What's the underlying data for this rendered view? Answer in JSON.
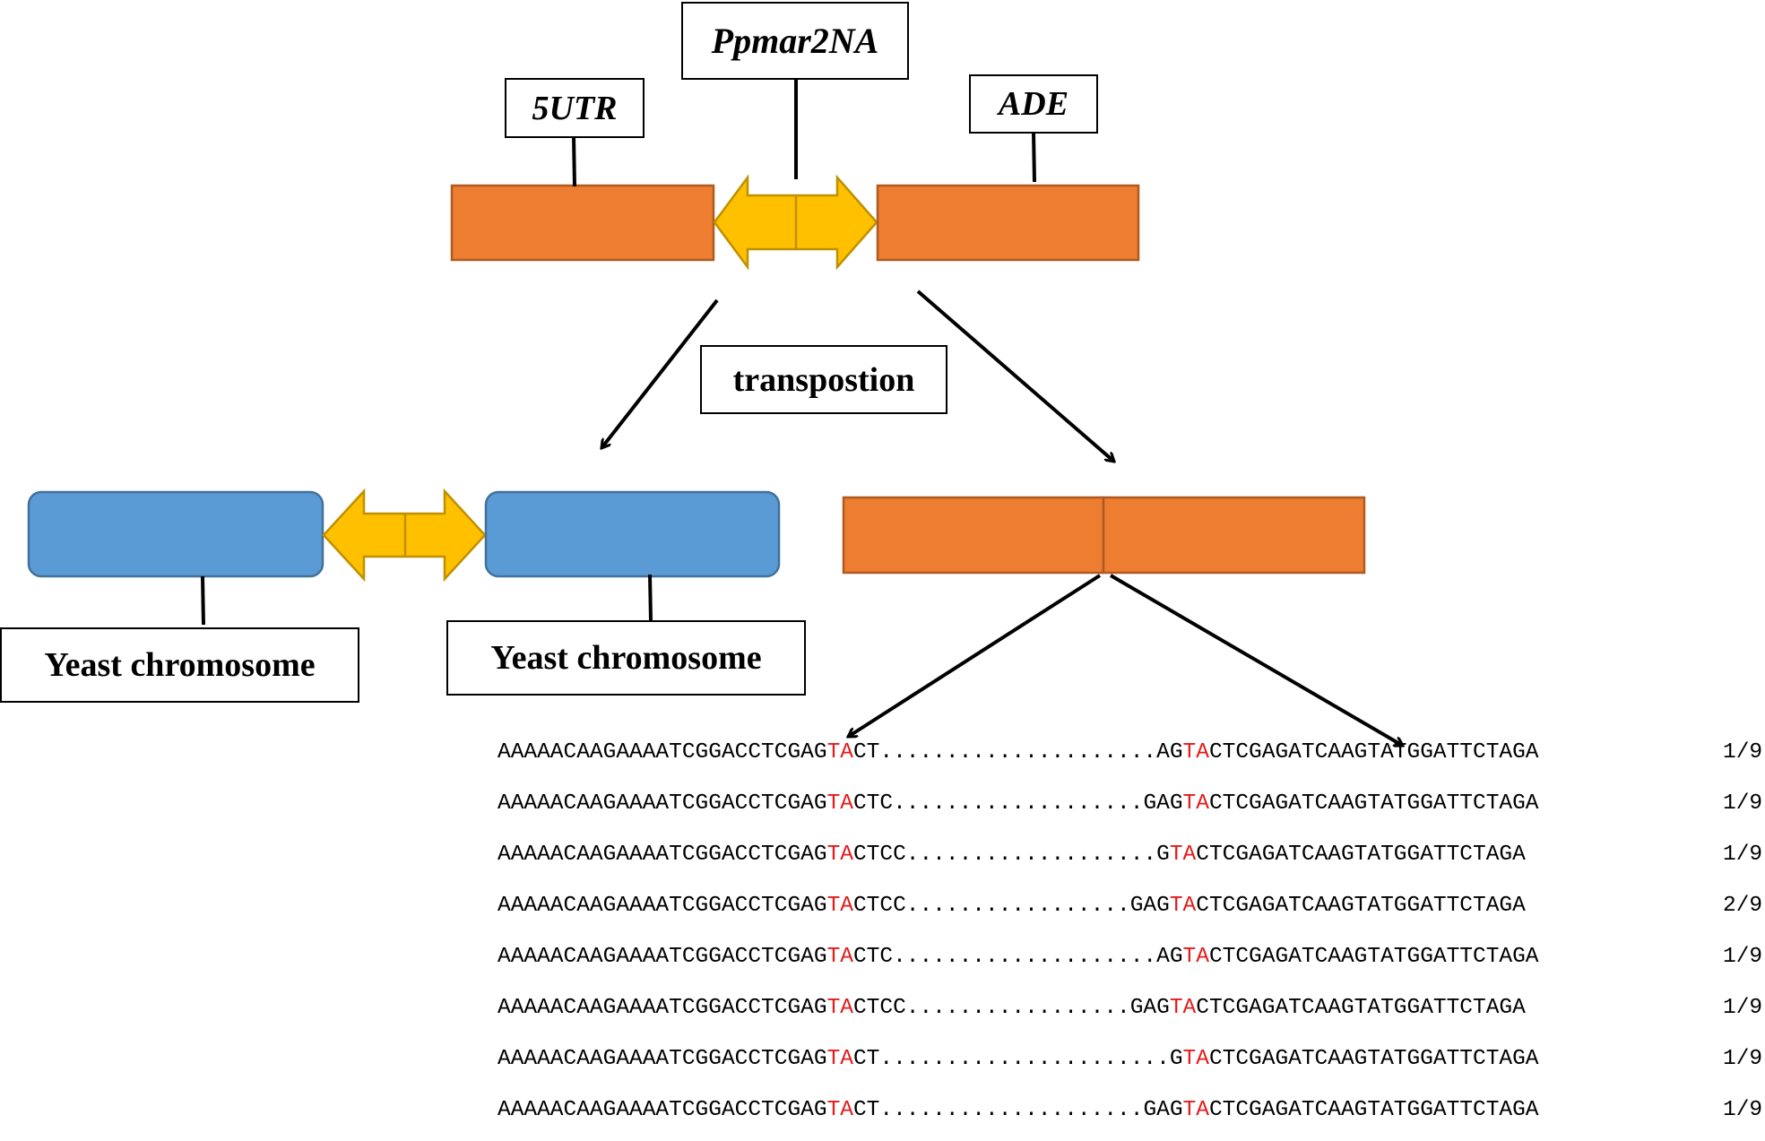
{
  "labels": {
    "gene_5utr": "5UTR",
    "transposon": "Ppmar2NA",
    "gene_ade": "ADE",
    "process": "transpostion",
    "chromosome_left": "Yeast chromosome",
    "chromosome_right": "Yeast chromosome"
  },
  "colors": {
    "gene_block": "#ed7d31",
    "gene_border": "#ae5a21",
    "chromosome_block": "#5b9bd5",
    "chromosome_border": "#41719c",
    "transposon_arrow": "#ffc000",
    "transposon_border": "#bf9000",
    "target_site": "#e31b1b"
  },
  "sequences": [
    {
      "left": "AAAAACAAGAAAATCGGACCTCGAG",
      "left_site": "TA",
      "left_tail": "CT",
      "dots": ".....................",
      "right_head": "AG",
      "right_site": "TA",
      "right": "CTCGAGATCAAGTATGGATTCTAGA",
      "ratio": "1/9"
    },
    {
      "left": "AAAAACAAGAAAATCGGACCTCGAG",
      "left_site": "TA",
      "left_tail": "CTC",
      "dots": "...................",
      "right_head": "GAG",
      "right_site": "TA",
      "right": "CTCGAGATCAAGTATGGATTCTAGA",
      "ratio": "1/9"
    },
    {
      "left": "AAAAACAAGAAAATCGGACCTCGAG",
      "left_site": "TA",
      "left_tail": "CTCC",
      "dots": "...................",
      "right_head": "G",
      "right_site": "TA",
      "right": "CTCGAGATCAAGTATGGATTCTAGA",
      "ratio": "1/9"
    },
    {
      "left": "AAAAACAAGAAAATCGGACCTCGAG",
      "left_site": "TA",
      "left_tail": "CTCC",
      "dots": ".................",
      "right_head": "GAG",
      "right_site": "TA",
      "right": "CTCGAGATCAAGTATGGATTCTAGA",
      "ratio": "2/9"
    },
    {
      "left": "AAAAACAAGAAAATCGGACCTCGAG",
      "left_site": "TA",
      "left_tail": "CTC",
      "dots": "....................",
      "right_head": "AG",
      "right_site": "TA",
      "right": "CTCGAGATCAAGTATGGATTCTAGA",
      "ratio": "1/9"
    },
    {
      "left": "AAAAACAAGAAAATCGGACCTCGAG",
      "left_site": "TA",
      "left_tail": "CTCC",
      "dots": ".................",
      "right_head": "GAG",
      "right_site": "TA",
      "right": "CTCGAGATCAAGTATGGATTCTAGA",
      "ratio": "1/9"
    },
    {
      "left": "AAAAACAAGAAAATCGGACCTCGAG",
      "left_site": "TA",
      "left_tail": "CT",
      "dots": "......................",
      "right_head": "G",
      "right_site": "TA",
      "right": "CTCGAGATCAAGTATGGATTCTAGA",
      "ratio": "1/9"
    },
    {
      "left": "AAAAACAAGAAAATCGGACCTCGAG",
      "left_site": "TA",
      "left_tail": "CT",
      "dots": "....................",
      "right_head": "GAG",
      "right_site": "TA",
      "right": "CTCGAGATCAAGTATGGATTCTAGA",
      "ratio": "1/9"
    }
  ]
}
